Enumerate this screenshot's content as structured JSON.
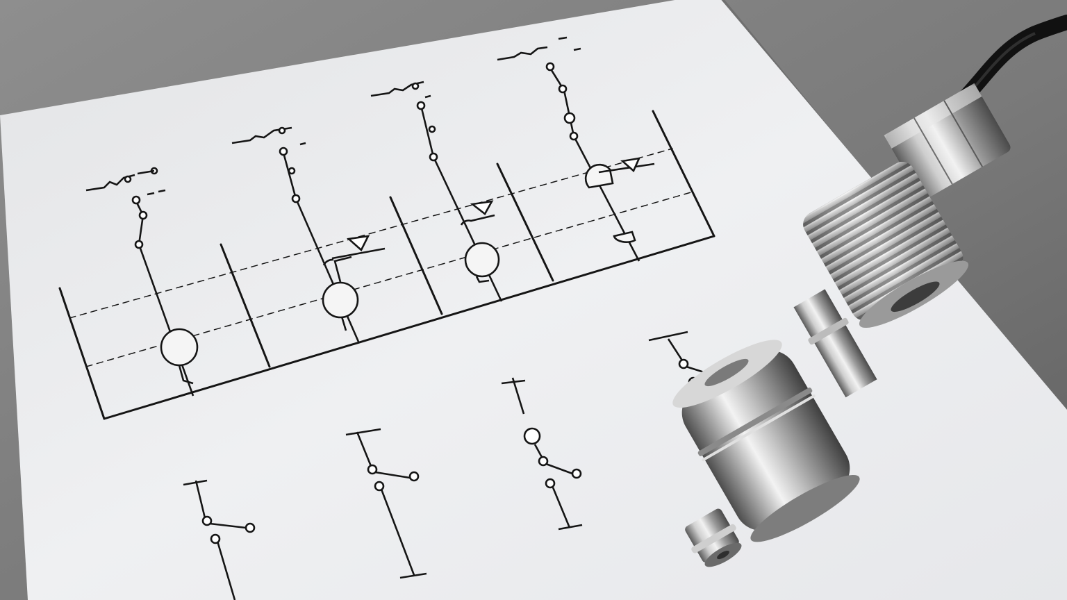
{
  "scene": {
    "subject": "float-level-switch-schematic-photo",
    "colors": {
      "background_top": "#8e8e8e",
      "background_bottom": "#5f5f5f",
      "paper": "#eeeff1",
      "paper_shadow": "#d9dadd",
      "ink": "#151515",
      "steel_light": "#e6e6e6",
      "steel_mid": "#a9a9a9",
      "steel_dark": "#4d4d4d",
      "cable": "#1a1a1a"
    },
    "objects": [
      {
        "name": "schematic-paper",
        "kind": "printed sheet"
      },
      {
        "name": "tank-diagram",
        "kind": "line drawing",
        "tank_count": 4
      },
      {
        "name": "float-switch-symbols",
        "kind": "line drawing",
        "count": 4
      },
      {
        "name": "stainless-float-level-sensor",
        "kind": "metal part",
        "parts": [
          "cable",
          "hex-nut",
          "threaded-fitting",
          "stem",
          "float",
          "tip"
        ]
      }
    ]
  }
}
